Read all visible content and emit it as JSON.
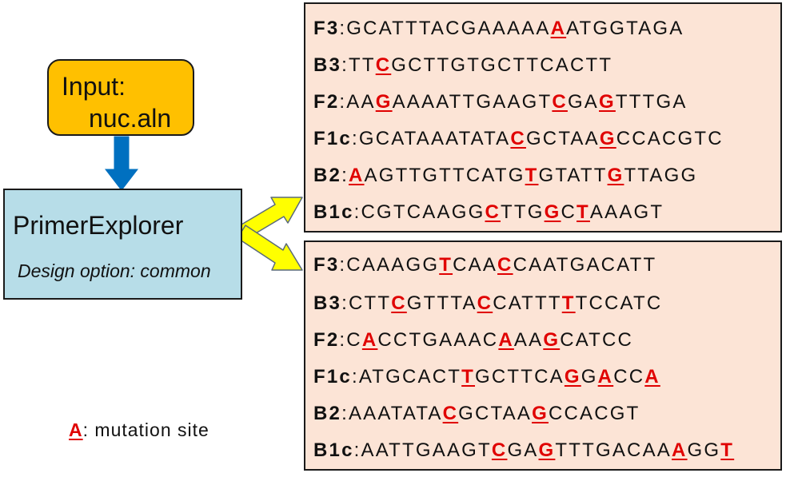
{
  "input": {
    "line1": "Input:",
    "line2": "nuc.aln"
  },
  "tool": {
    "name": "PrimerExplorer",
    "option": "Design option: common"
  },
  "legend": {
    "marker": "A",
    "text": ": mutation site"
  },
  "colors": {
    "input_fill": "#FFC000",
    "tool_fill": "#B7DDE8",
    "panel_fill": "#FCE4D6",
    "mutation": "#E00000",
    "down_arrow": "#0070C0",
    "branch_arrow": "#FFFF00"
  },
  "panels": [
    {
      "primers": [
        {
          "label": "F3",
          "seq": "GCATTTACGAAAAAAATGGTAGA",
          "mut": [
            14
          ]
        },
        {
          "label": "B3",
          "seq": "TTCGCTTGTGCTTCACTT",
          "mut": [
            2
          ]
        },
        {
          "label": "F2",
          "seq": "AAGAAAATTGAAGTCGAGTTTGA",
          "mut": [
            2,
            14,
            17
          ]
        },
        {
          "label": "F1c",
          "seq": "GCATAAATATACGCTAAGCCACGTC",
          "mut": [
            11,
            17
          ]
        },
        {
          "label": "B2",
          "seq": "AAGTTGTTCATGTGTATTGTTAGG",
          "mut": [
            0,
            12,
            18
          ]
        },
        {
          "label": "B1c",
          "seq": "CGTCAAGGCTTGGCTAAAGT",
          "mut": [
            8,
            12,
            14
          ]
        }
      ]
    },
    {
      "primers": [
        {
          "label": "F3",
          "seq": "CAAAGGTCAACCAATGACATT",
          "mut": [
            6,
            10
          ]
        },
        {
          "label": "B3",
          "seq": "CTTCGTTTACCATTTTTCCATC",
          "mut": [
            3,
            9,
            15
          ]
        },
        {
          "label": "F2",
          "seq": "CACCTGAAACAAAGCATCC",
          "mut": [
            1,
            10,
            13
          ]
        },
        {
          "label": "F1c",
          "seq": "ATGCACTTGCTTCAGGACCA",
          "mut": [
            7,
            14,
            16,
            19
          ]
        },
        {
          "label": "B2",
          "seq": "AAATATACGCTAAGCCACGT",
          "mut": [
            7,
            13
          ]
        },
        {
          "label": "B1c",
          "seq": "AATTGAAGTCGAGTTTGACAAAGGT",
          "mut": [
            9,
            12,
            21,
            24
          ]
        }
      ]
    }
  ]
}
